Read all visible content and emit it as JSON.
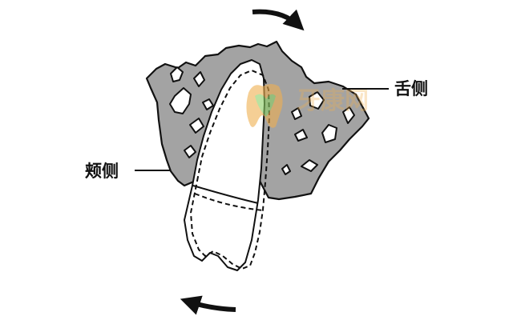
{
  "labels": {
    "lingual": "舌侧",
    "buccal": "颊侧"
  },
  "watermark": {
    "text": "牙康网",
    "color": "#f0b050",
    "icon": "tooth-logo-icon"
  },
  "colors": {
    "bone_fill": "#a3a3a3",
    "outline": "#111111",
    "background": "#ffffff"
  }
}
